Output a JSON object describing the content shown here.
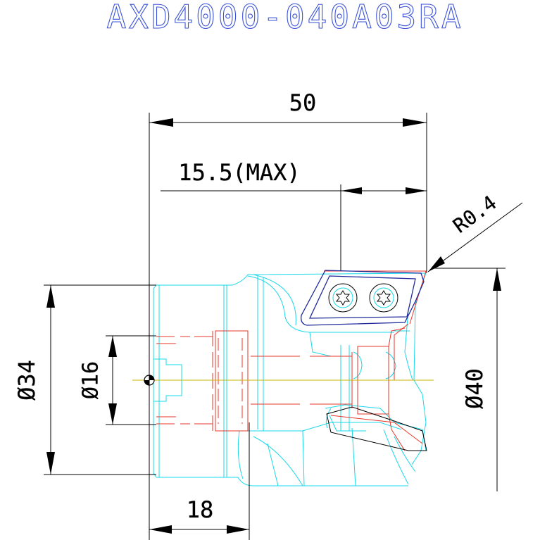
{
  "title": "AXD4000-040A03RA",
  "dimensions": {
    "overall_length": "50",
    "cut_depth": "15.5(MAX)",
    "corner_radius": "R0.4",
    "shank_diameter": "Ø34",
    "bore_diameter": "Ø16",
    "cutting_diameter": "Ø40",
    "shank_length": "18"
  },
  "colors": {
    "title": "#3a52d8",
    "body_outline": "#19d8e8",
    "hidden_lines": "#e8362a",
    "insert_outline": "#1f2a9a",
    "dimension_lines": "#000000",
    "centerline": "#c8b400"
  }
}
